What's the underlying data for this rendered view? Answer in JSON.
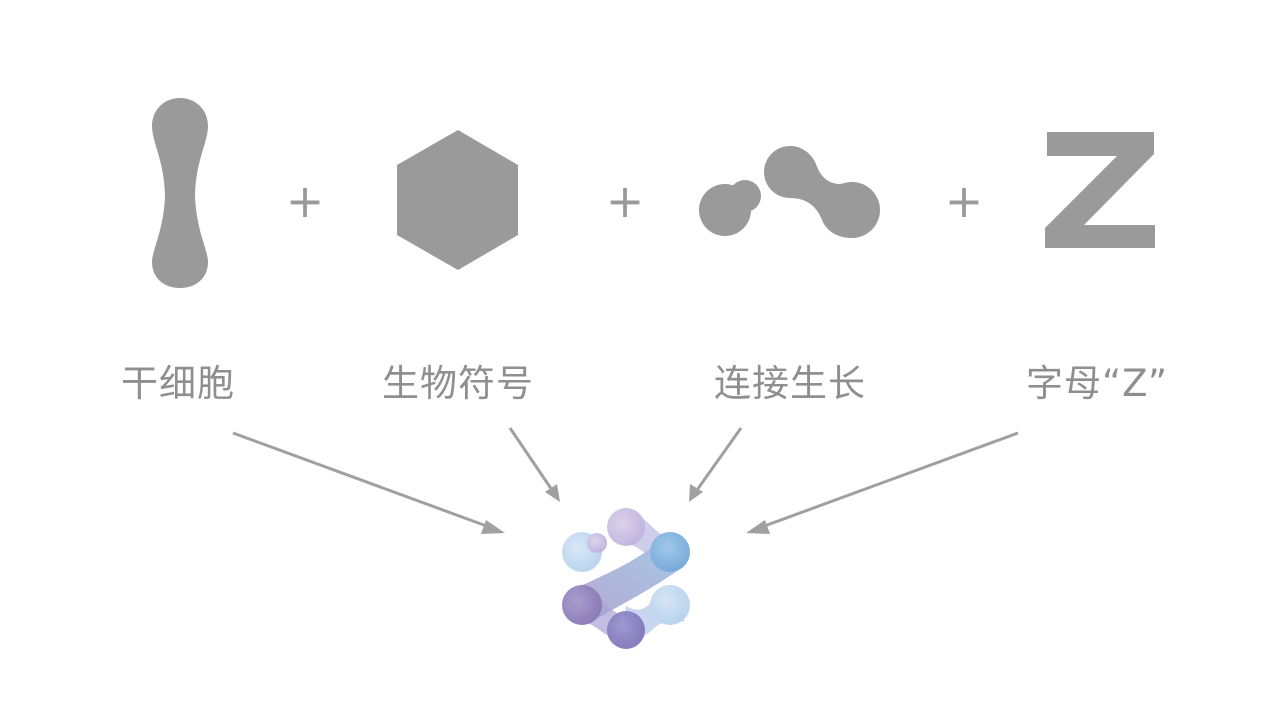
{
  "labels": {
    "stem_cell": "干细胞",
    "bio_symbol": "生物符号",
    "connect_grow": "连接生长",
    "letter_z": "字母“Z”"
  },
  "operators": {
    "plus_1": "+",
    "plus_2": "+",
    "plus_3": "+"
  },
  "glyphs": {
    "letter": "Z"
  },
  "colors": {
    "shape_gray": "#9a9a9a",
    "text_gray": "#8f8f8f",
    "arrow_gray": "#a0a0a0",
    "logo_purple": "#8f82b8",
    "logo_blue": "#7fb0dc",
    "logo_light_blue": "#c4dcf2",
    "logo_lavender": "#cbbfe0"
  },
  "icons": [
    "stem-cell-icon",
    "hexagon-icon",
    "molecule-chain-icon",
    "letter-z-icon",
    "brand-logo-icon",
    "arrow-icon"
  ]
}
